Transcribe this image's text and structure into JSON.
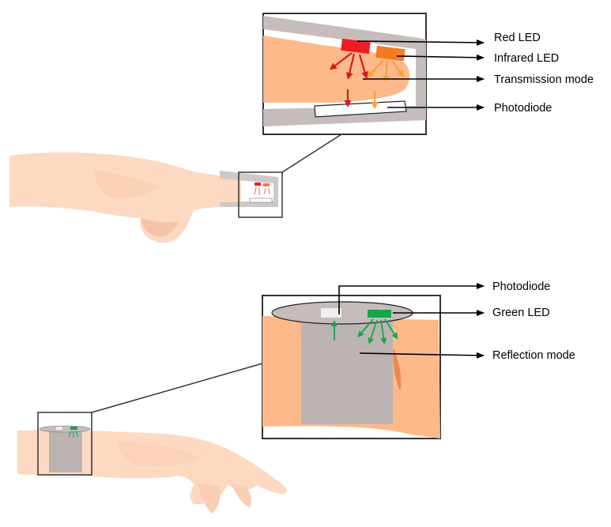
{
  "labels": {
    "red_led": "Red LED",
    "infrared_led": "Infrared LED",
    "transmission_mode": "Transmission mode",
    "photodiode_top": "Photodiode",
    "photodiode_bottom": "Photodiode",
    "green_led": "Green LED",
    "reflection_mode": "Reflection mode"
  },
  "colors": {
    "skin": "#fdd9c2",
    "skin_shade": "#f5c3a6",
    "tissue": "#fdb98a",
    "clip": "#c6bcbc",
    "red_led": "#ee1c24",
    "infrared_led": "#f47b20",
    "ir_arrow": "#f7a13a",
    "green_led": "#11a84a",
    "outline": "#333333"
  }
}
